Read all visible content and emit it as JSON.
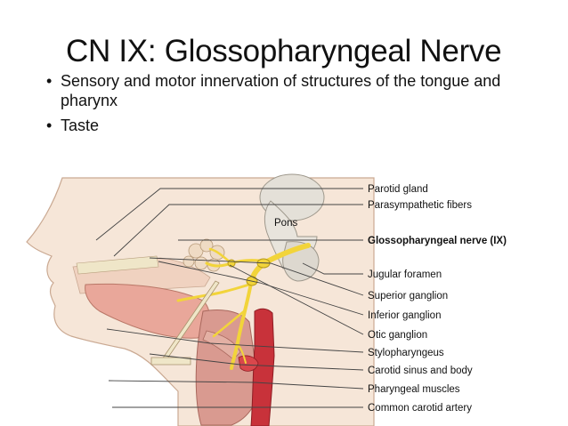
{
  "slide": {
    "title": "CN IX: Glossopharyngeal Nerve",
    "bullets": [
      "Sensory and motor innervation of structures of the tongue and pharynx",
      "Taste"
    ]
  },
  "diagram": {
    "region_label": "Pons",
    "labels": [
      "Parotid gland",
      "Parasympathetic fibers",
      "Glossopharyngeal nerve (IX)",
      "Jugular foramen",
      "Superior ganglion",
      "Inferior ganglion",
      "Otic ganglion",
      "Stylopharyngeus",
      "Carotid sinus and body",
      "Pharyngeal muscles",
      "Common carotid artery"
    ],
    "colors": {
      "nerve": "#f2d43a",
      "artery": "#c8323a",
      "muscle": "#d99a90",
      "skin": "#f6e6d8",
      "brainstem": "#e4e0d8"
    }
  }
}
